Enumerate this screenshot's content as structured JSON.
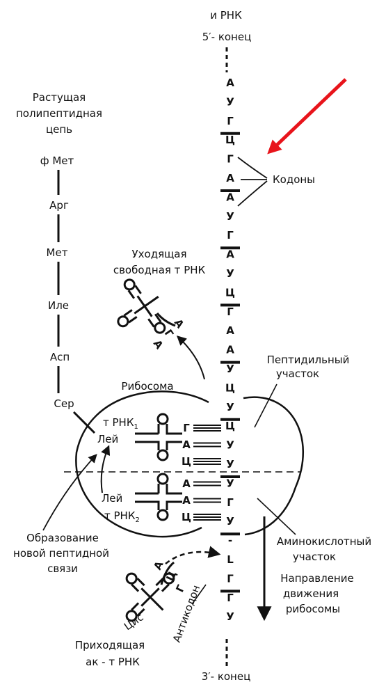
{
  "colors": {
    "ink": "#111111",
    "arrow": "#e8141b",
    "background": "#ffffff"
  },
  "mrna": {
    "title": "и РНК",
    "five_end": "5′- конец",
    "three_end": "3′- конец",
    "bases": [
      "А",
      "У",
      "Г",
      "Ц",
      "Г",
      "А",
      "А",
      "У",
      "Г",
      "А",
      "У",
      "Ц",
      "Г",
      "А",
      "А",
      "У",
      "Ц",
      "У",
      "Ц",
      "У",
      "У",
      "У",
      "Г",
      "У",
      "-",
      "L",
      "Г",
      "Г",
      "У"
    ]
  },
  "polypeptide": {
    "title_lines": [
      "Растущая",
      "полипептидная",
      "цепь"
    ],
    "residues": [
      "ф Мет",
      "Арг",
      "Мет",
      "Иле",
      "Асп",
      "Сер"
    ]
  },
  "labels": {
    "codons": "Кодоны",
    "leaving_trna_lines": [
      "Уходящая",
      "свободная т РНК"
    ],
    "leaving_trna_bases": [
      "А",
      "Г",
      "А"
    ],
    "ribosome": "Рибосома",
    "peptidyl_site_lines": [
      "Пептидильный",
      "участок"
    ],
    "aminoacyl_site_lines": [
      "Аминокислотный",
      "участок"
    ],
    "trna1": "т РНК",
    "trna1_sub": "1",
    "trna2": "т РНК",
    "trna2_sub": "2",
    "leu_top": "Лей",
    "leu_bottom": "Лей",
    "bond_lines": [
      "Образование",
      "новой пептидной",
      "связи"
    ],
    "direction_lines": [
      "Направление",
      "движения",
      "рибосомы"
    ],
    "anticodon": "Антикодон",
    "incoming_trna_lines": [
      "Приходящая",
      "ак - т РНК"
    ],
    "cys": "Цис",
    "incoming_bases": [
      "А",
      "Ц",
      "Г"
    ]
  },
  "pairs": [
    {
      "trna": "Г",
      "mrna": "Ц",
      "bond": "triple"
    },
    {
      "trna": "А",
      "mrna": "У",
      "bond": "double"
    },
    {
      "trna": "Ц",
      "mrna": "Г",
      "bond": "triple"
    },
    {
      "trna": "А",
      "mrna": "У",
      "bond": "double"
    },
    {
      "trna": "А",
      "mrna": "У",
      "bond": "double"
    },
    {
      "trna": "Ц",
      "mrna": "Г",
      "bond": "triple"
    }
  ]
}
